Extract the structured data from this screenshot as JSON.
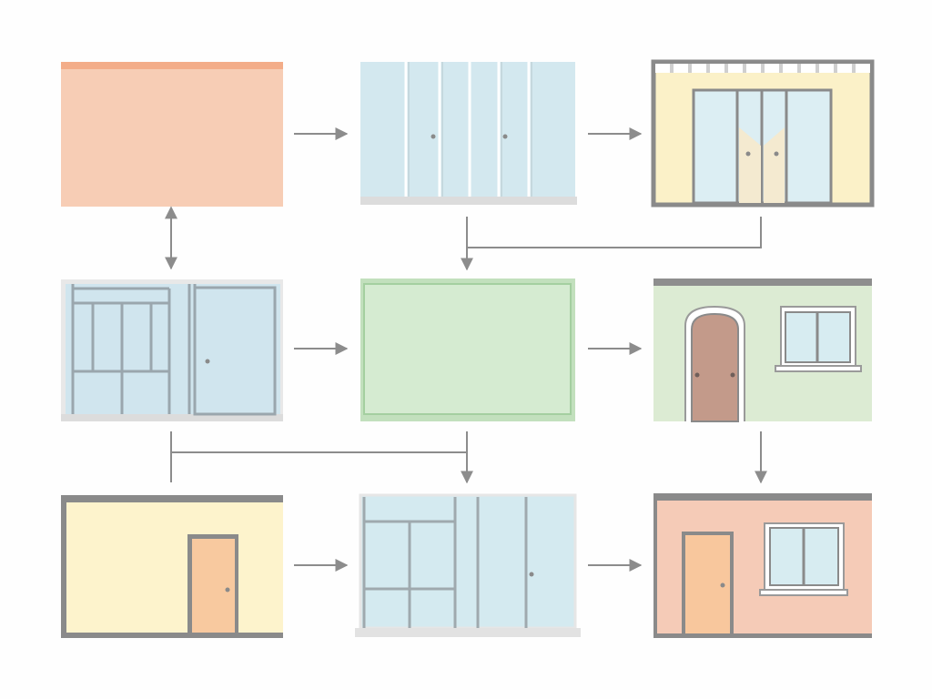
{
  "panels": [
    {
      "id": "solid-wall",
      "colors": {
        "fill": "#f7cdb5",
        "top_strip": "#f3ad89"
      }
    },
    {
      "id": "glass-panel-wall",
      "colors": {
        "fill": "#d3e8ef",
        "frame": "#ffffff",
        "sill": "#dcdcdc"
      }
    },
    {
      "id": "glass-door-frame-wall",
      "colors": {
        "fill": "#fbf1c8",
        "frame": "#8a8a8a",
        "glass": "#dceef3"
      }
    },
    {
      "id": "office-glass-partition",
      "colors": {
        "fill": "#d0e5ee",
        "frame": "#9aa6ad",
        "outer": "#e8e8e8"
      }
    },
    {
      "id": "green-wall",
      "colors": {
        "fill": "#d5ebd1",
        "frame": "#a4cfa0",
        "outer": "#c2e0bd"
      }
    },
    {
      "id": "arched-door-wall",
      "colors": {
        "fill": "#dcebd3",
        "top": "#8e8e8e",
        "door": "#c39a8a",
        "window": "#d7ecf1"
      }
    },
    {
      "id": "yellow-door-wall",
      "colors": {
        "fill": "#fdf3cc",
        "frame": "#8a8a8a",
        "door": "#f8c99f"
      }
    },
    {
      "id": "glass-storefront-wall",
      "colors": {
        "fill": "#d4eaf0",
        "frame": "#9fa9ae",
        "sill": "#e2e2e2"
      }
    },
    {
      "id": "peach-house-wall",
      "colors": {
        "fill": "#f5cbb7",
        "frame": "#8a8a8a",
        "door": "#f8c79d",
        "window": "#d7ecf1"
      }
    }
  ],
  "connectors": {
    "color": "#8c8c8c"
  }
}
